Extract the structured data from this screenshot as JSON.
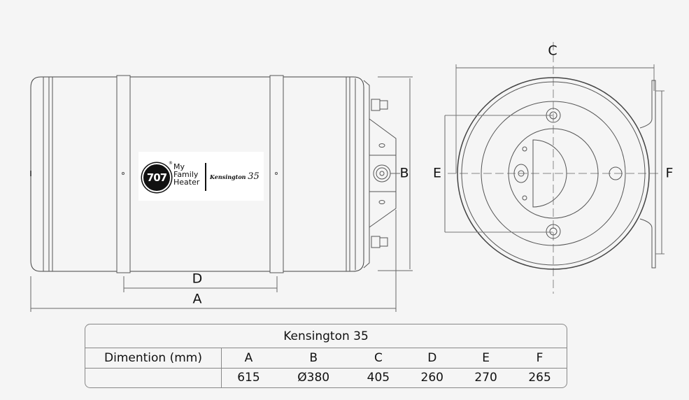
{
  "drawing": {
    "labels": {
      "A": "A",
      "B": "B",
      "C": "C",
      "D": "D",
      "E": "E",
      "F": "F"
    },
    "logo": {
      "badge": "707",
      "registered": "®",
      "brand": "My Family Heater",
      "model_name": "Kensington",
      "model_number": "35"
    }
  },
  "table": {
    "title": "Kensington 35",
    "row_header": "Dimention (mm)",
    "columns": [
      "A",
      "B",
      "C",
      "D",
      "E",
      "F"
    ],
    "values": [
      "615",
      "Ø380",
      "405",
      "260",
      "270",
      "265"
    ]
  }
}
